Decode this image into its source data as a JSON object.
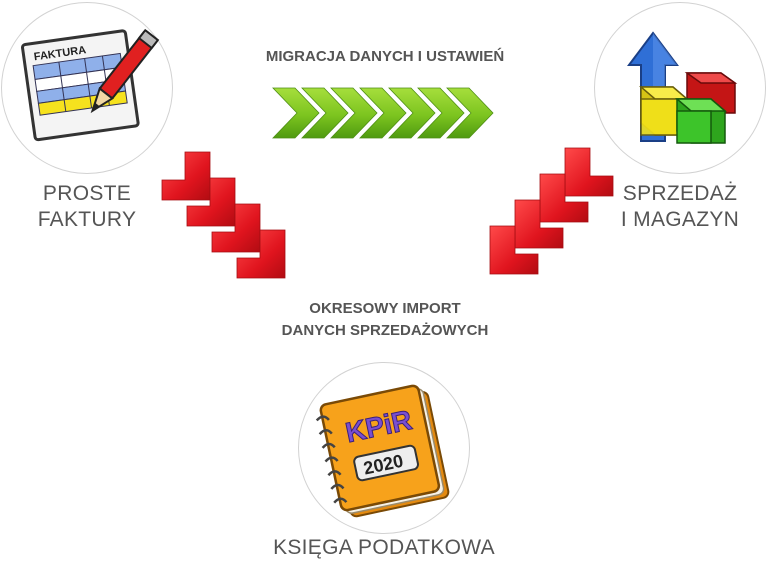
{
  "nodes": {
    "proste_faktury": {
      "lines": [
        "PROSTE",
        "FAKTURY"
      ],
      "icon": "invoice-with-pencil-icon",
      "icon_text": "FAKTURA"
    },
    "sprzedaz_magazyn": {
      "lines": [
        "SPRZEDAŻ",
        "I MAGAZYN"
      ],
      "icon": "boxes-with-up-arrow-icon"
    },
    "ksiega_podatkowa": {
      "lines": [
        "KSIĘGA PODATKOWA"
      ],
      "icon": "kpir-notebook-icon",
      "icon_title": "KPiR",
      "icon_year": "2020"
    }
  },
  "connections": {
    "migration": {
      "label": "MIGRACJA DANYCH I USTAWIEŃ",
      "color": "#7cc41f",
      "icon": "green-chevrons-right-icon"
    },
    "import": {
      "lines": [
        "OKRESOWY IMPORT",
        "DANYCH SPRZEDAŻOWYCH"
      ],
      "color": "#e0141e",
      "icon": "red-chevrons-down-icon"
    }
  },
  "colors": {
    "circle_border": "#d2d2d2",
    "text": "#555555",
    "green": "#7cc41f",
    "red": "#e0141e",
    "notebook_orange": "#f7a21b",
    "kpir_purple": "#7a4fd0",
    "box_yellow": "#f2e21a",
    "box_red": "#e01a1a",
    "box_green": "#3dc42a",
    "arrow_blue": "#2f6fd6"
  }
}
